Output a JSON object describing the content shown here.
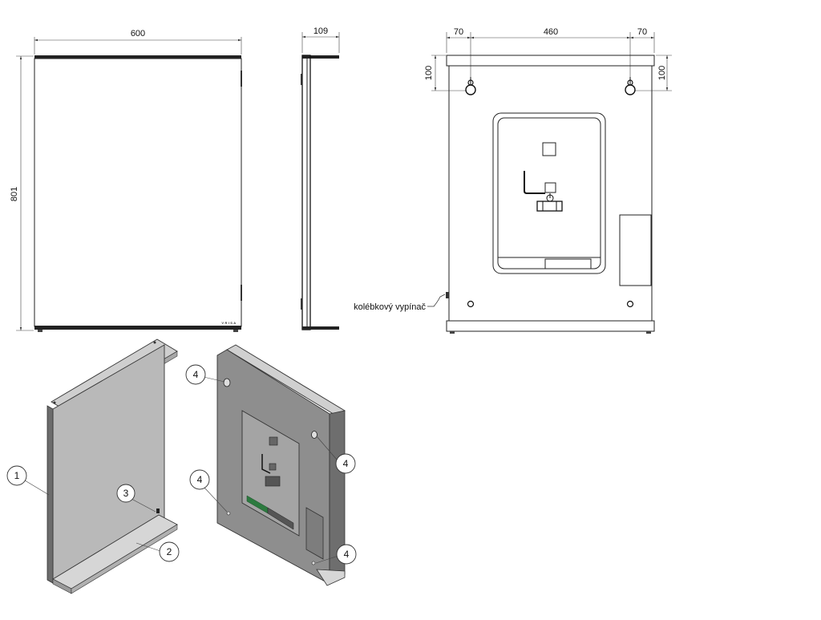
{
  "front_view": {
    "width_label": "600",
    "height_label": "801",
    "logo_text": "VRISA"
  },
  "side_view": {
    "depth_label": "109"
  },
  "back_view": {
    "left_offset_label": "70",
    "hole_spacing_label": "460",
    "right_offset_label": "70",
    "left_top_offset_label": "100",
    "right_top_offset_label": "100",
    "switch_note": "kolébkový vypínač"
  },
  "callouts": {
    "c1": "1",
    "c2": "2",
    "c3": "3",
    "c4a": "4",
    "c4b": "4",
    "c4c": "4",
    "c4d": "4"
  }
}
